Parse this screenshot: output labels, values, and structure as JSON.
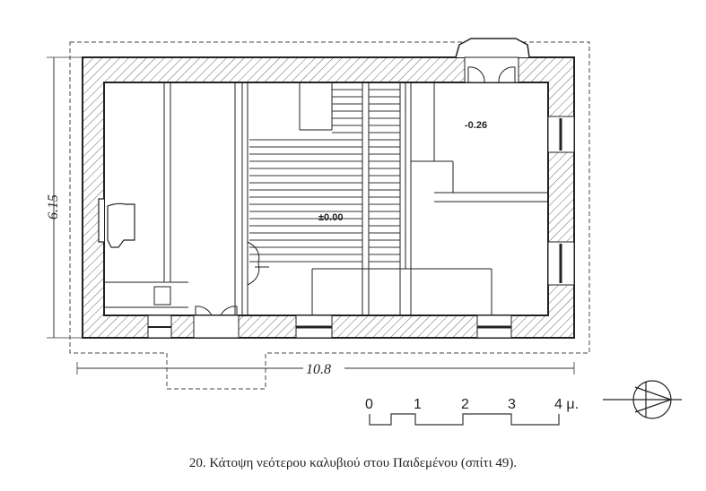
{
  "plan": {
    "dim_width": "10.8",
    "dim_depth": "6.15",
    "level_floor": "±0.00",
    "level_room": "-0.26",
    "scale_labels": [
      "0",
      "1",
      "2",
      "3",
      "4 μ."
    ],
    "compass_icon": "north-arrow-icon",
    "colors": {
      "ink": "#222222",
      "hatch": "#555555",
      "paper": "#ffffff"
    }
  },
  "caption": "20. Κάτοψη νεότερου καλυβιού στου Παιδεμένου (σπίτι 49)."
}
